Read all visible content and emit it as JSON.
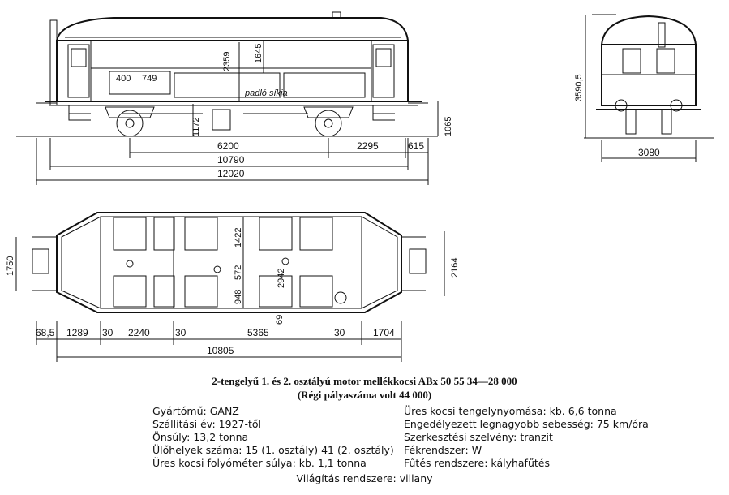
{
  "side_view": {
    "height_labels": [
      "2359",
      "1645"
    ],
    "window_labels": [
      "400",
      "749"
    ],
    "floor_label": "padló síkja",
    "axle_label": "1172",
    "right_height": "1065",
    "dims_row1": [
      "6200",
      "2295",
      "615"
    ],
    "dims_row2": "10790",
    "dims_row3": "12020"
  },
  "end_view": {
    "height": "3590,5",
    "width": "3080"
  },
  "plan_view": {
    "left_width": "1750",
    "right_width": "2164",
    "inner_labels": [
      "1422",
      "572",
      "948",
      "2942",
      "69"
    ],
    "bottom_dims": [
      "68,5",
      "1289",
      "30",
      "2240",
      "30",
      "5365",
      "30",
      "1704"
    ],
    "total": "10805"
  },
  "caption": {
    "line1": "2-tengelyű 1. és 2. osztályú motor mellékkocsi ABx 50 55 34—28 000",
    "line2": "(Régi pályaszáma volt 44 000)"
  },
  "specs_left": [
    "Gyártómű: GANZ",
    "Szállítási év: 1927-től",
    "Önsúly: 13,2 tonna",
    "Ülőhelyek száma: 15 (1. osztály) 41 (2. osztály)",
    "Üres kocsi folyóméter súlya: kb. 1,1 tonna"
  ],
  "specs_right": [
    "Üres kocsi tengelynyomása: kb. 6,6 tonna",
    "Engedélyezett legnagyobb sebesség: 75 km/óra",
    "Szerkesztési szelvény: tranzit",
    "Fékrendszer: W",
    "Fűtés rendszere: kályhafűtés"
  ],
  "footer": "Világítás rendszere: villany"
}
